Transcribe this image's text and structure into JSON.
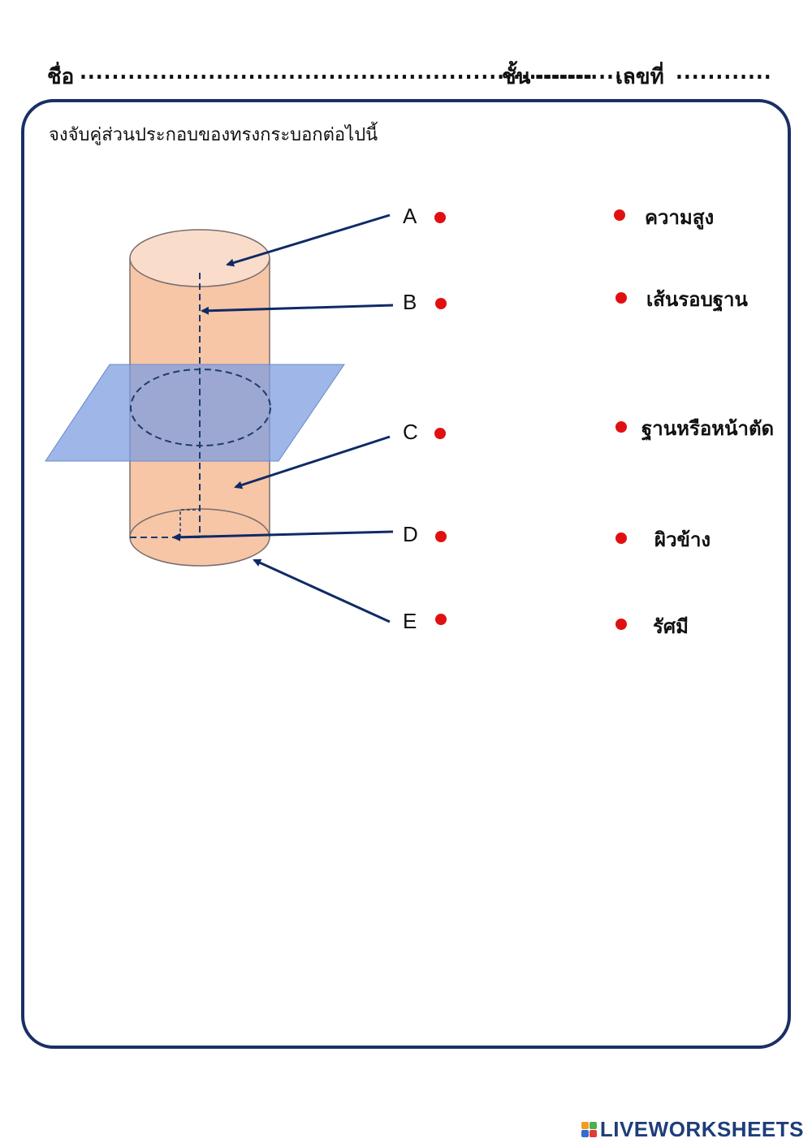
{
  "header": {
    "name_label": "ชื่อ",
    "name_dots": "................................................................",
    "grade_label": "ชั้น",
    "grade_dots": "............",
    "number_label": "เลขที่",
    "number_dots": "............"
  },
  "instruction": "จงจับคู่ส่วนประกอบของทรงกระบอกต่อไปนี้",
  "letters": [
    "A",
    "B",
    "C",
    "D",
    "E"
  ],
  "terms": [
    "ความสูง",
    "เส้นรอบฐาน",
    "ฐานหรือหน้าตัด",
    "ผิวข้าง",
    "รัศมี"
  ],
  "colors": {
    "frame": "#1a2f66",
    "cylinder_fill": "#f6c6a7",
    "plane_fill": "#7e9ee0",
    "arrow": "#0f2a66",
    "dot": "#e11010"
  },
  "brand": {
    "text": "LIVEWORKSHEETS"
  }
}
